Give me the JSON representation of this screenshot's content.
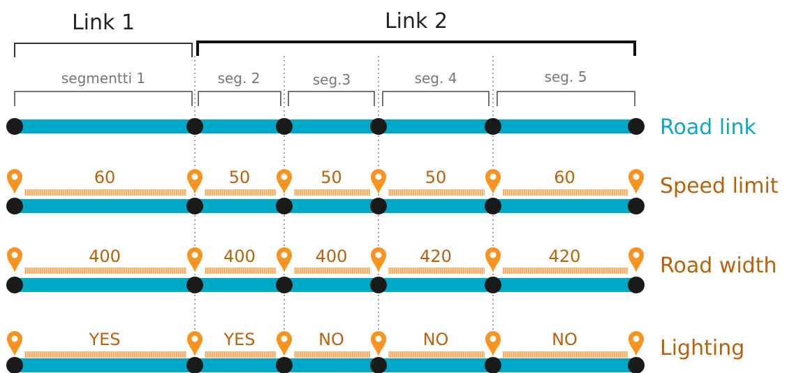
{
  "links": [
    {
      "label": "Link 1"
    },
    {
      "label": "Link 2"
    }
  ],
  "segments": [
    {
      "label": "segmentti 1"
    },
    {
      "label": "seg. 2"
    },
    {
      "label": "seg.3"
    },
    {
      "label": "seg. 4"
    },
    {
      "label": "seg. 5"
    }
  ],
  "rows": [
    {
      "label": "Road link",
      "color": "#0fa7c2",
      "values": []
    },
    {
      "label": "Speed limit",
      "color": "#b8620a",
      "values": [
        "60",
        "50",
        "50",
        "50",
        "60"
      ]
    },
    {
      "label": "Road width",
      "color": "#b8620a",
      "values": [
        "400",
        "400",
        "400",
        "420",
        "420"
      ]
    },
    {
      "label": "Lighting",
      "color": "#b8620a",
      "values": [
        "YES",
        "YES",
        "NO",
        "NO",
        "NO"
      ]
    }
  ],
  "colors": {
    "road": "#00a9c8",
    "node": "#1a1a1a",
    "pin": "#f7931e",
    "attribute_bar": "#f8c18a",
    "value_text": "#b8620a",
    "bracket": "#333333",
    "segment_label": "#777777"
  }
}
